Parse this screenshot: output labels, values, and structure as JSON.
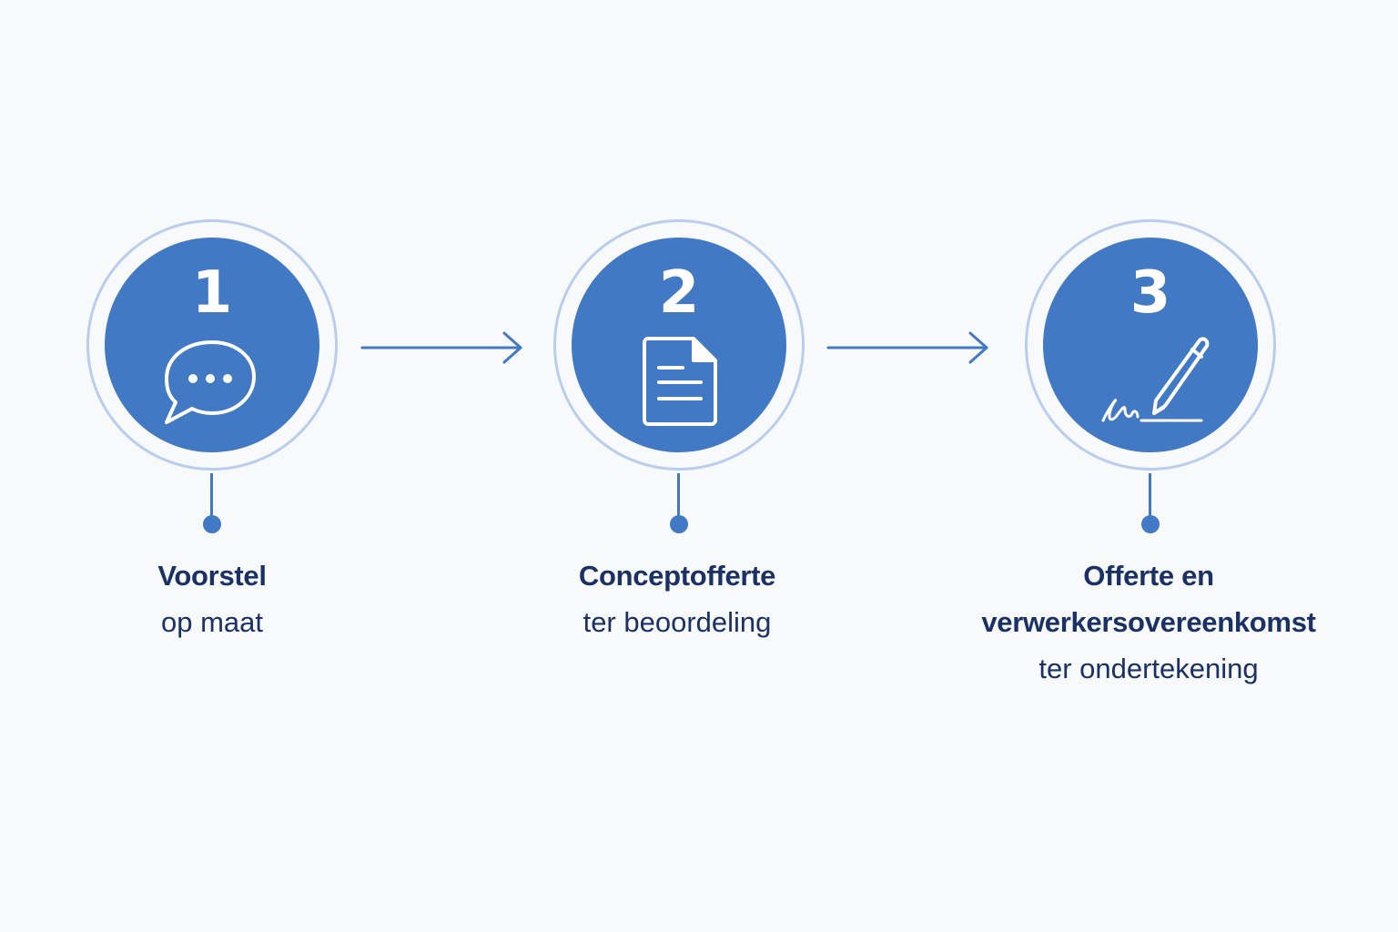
{
  "steps": [
    {
      "number": "1",
      "icon": "chat-bubble-icon",
      "title_lines": [
        "Voorstel"
      ],
      "subtitle": "op maat"
    },
    {
      "number": "2",
      "icon": "document-icon",
      "title_lines": [
        "Conceptofferte"
      ],
      "subtitle": "ter beoordeling"
    },
    {
      "number": "3",
      "icon": "signature-pen-icon",
      "title_lines": [
        "Offerte en",
        "verwerkersovereenkomst"
      ],
      "subtitle": "ter ondertekening"
    }
  ],
  "colors": {
    "accent": "#4279c4",
    "ring": "#b9cdee",
    "text": "#1a3166",
    "background": "#f8f9fa"
  }
}
